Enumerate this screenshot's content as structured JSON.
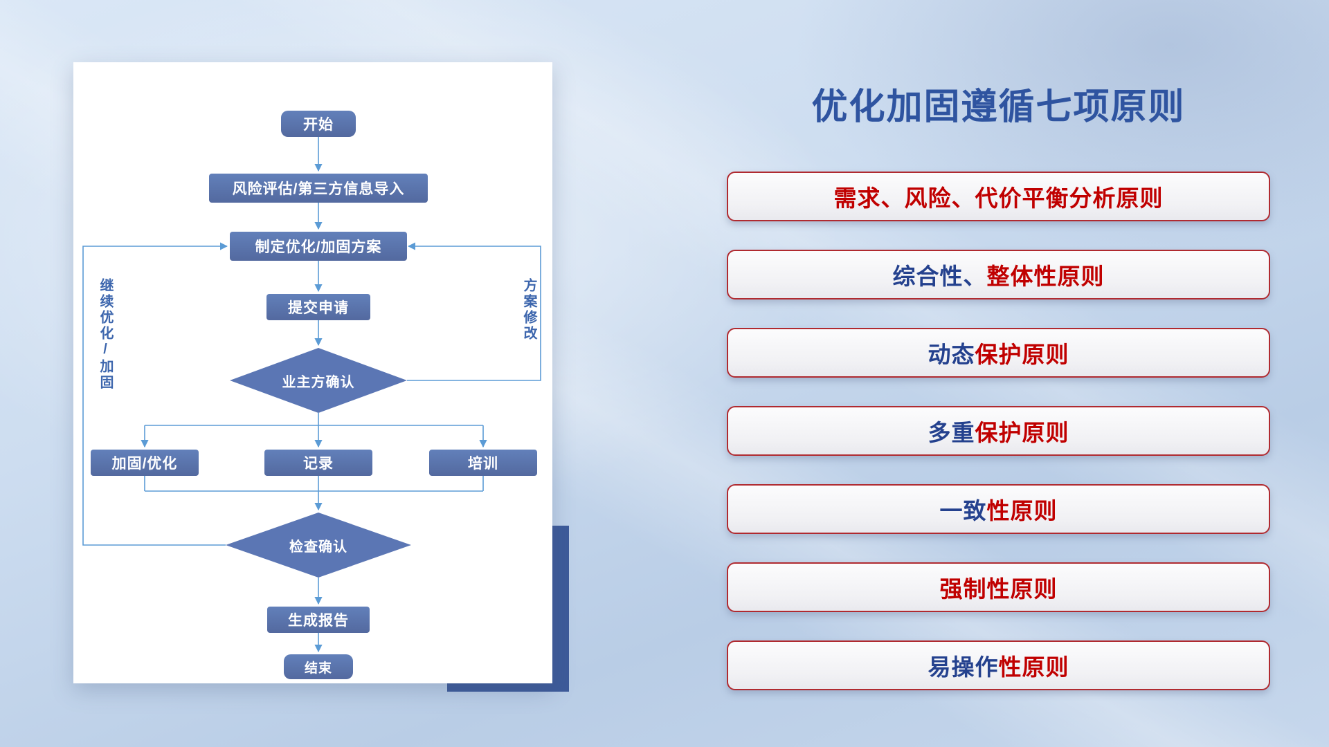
{
  "slide": {
    "title": "优化加固遵循七项原则"
  },
  "flowchart": {
    "nodes": {
      "start": "开始",
      "risk_import": "风险评估/第三方信息导入",
      "make_plan": "制定优化/加固方案",
      "submit": "提交申请",
      "owner_confirm": "业主方确认",
      "reinforce": "加固/优化",
      "record": "记录",
      "training": "培训",
      "check_confirm": "检查确认",
      "report": "生成报告",
      "end": "结束"
    },
    "labels": {
      "continue_loop": "继续优化/加固",
      "revise_loop": "方案修改"
    }
  },
  "principles": [
    {
      "segments": [
        {
          "text": "需求、风险、代价平衡分析原则",
          "color": "red"
        }
      ]
    },
    {
      "segments": [
        {
          "text": "综合性、",
          "color": "blue"
        },
        {
          "text": "整体性原则",
          "color": "red"
        }
      ]
    },
    {
      "segments": [
        {
          "text": "动态",
          "color": "blue"
        },
        {
          "text": "保护原则",
          "color": "red"
        }
      ]
    },
    {
      "segments": [
        {
          "text": "多重",
          "color": "blue"
        },
        {
          "text": "保护原则",
          "color": "red"
        }
      ]
    },
    {
      "segments": [
        {
          "text": "一致",
          "color": "blue"
        },
        {
          "text": "性原则",
          "color": "red"
        }
      ]
    },
    {
      "segments": [
        {
          "text": "强制性原则",
          "color": "red"
        }
      ]
    },
    {
      "segments": [
        {
          "text": "易操作",
          "color": "blue"
        },
        {
          "text": "性原则",
          "color": "red"
        }
      ]
    }
  ],
  "colors": {
    "blue": "#24418e",
    "red": "#c00000",
    "node": "#5b76b4",
    "arrow": "#5b9bd5",
    "accent": "#3d5a99",
    "title": "#2f54a0",
    "pill_border": "#b02a30"
  }
}
